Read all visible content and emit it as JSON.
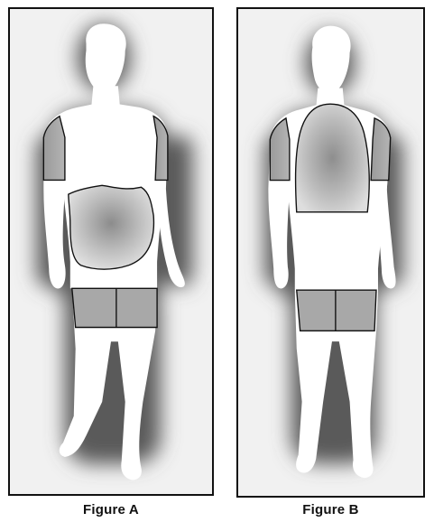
{
  "figures": [
    {
      "caption": "Figure A",
      "view": "front",
      "highlighted_regions": [
        "upper-arms",
        "abdomen",
        "thighs"
      ]
    },
    {
      "caption": "Figure B",
      "view": "back",
      "highlighted_regions": [
        "upper-arms",
        "upper-back",
        "thighs"
      ]
    }
  ],
  "colors": {
    "body_fill": "#ffffff",
    "region_fill": "#a8a8a8",
    "shadow": "#5a5a5a",
    "outline": "#111111"
  }
}
